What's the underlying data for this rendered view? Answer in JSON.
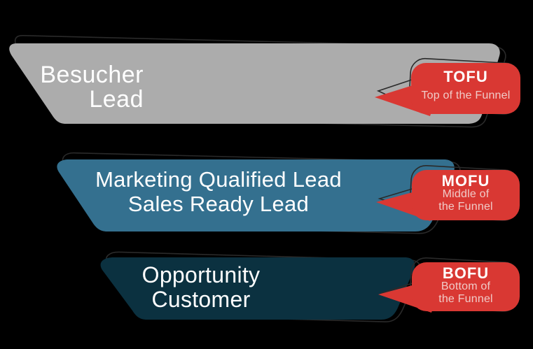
{
  "diagram": {
    "background": "#000000",
    "outline_color": "#2A2A2A",
    "badge_fill": "#D93833",
    "text_color": "#FFFFFF",
    "badge_subtext_color": "#F0CBC8",
    "stages": [
      {
        "name": "top-of-funnel",
        "fill": "#ACACAC",
        "labels": [
          "Besucher",
          "Lead"
        ],
        "badge": {
          "acronym": "TOFU",
          "description": [
            "Top of the Funnel"
          ]
        }
      },
      {
        "name": "middle-of-funnel",
        "fill": "#34708F",
        "labels": [
          "Marketing Qualified Lead",
          "Sales Ready Lead"
        ],
        "badge": {
          "acronym": "MOFU",
          "description": [
            "Middle of",
            "the Funnel"
          ]
        }
      },
      {
        "name": "bottom-of-funnel",
        "fill": "#0B3140",
        "labels": [
          "Opportunity",
          "Customer"
        ],
        "badge": {
          "acronym": "BOFU",
          "description": [
            "Bottom of",
            "the Funnel"
          ]
        }
      }
    ]
  }
}
